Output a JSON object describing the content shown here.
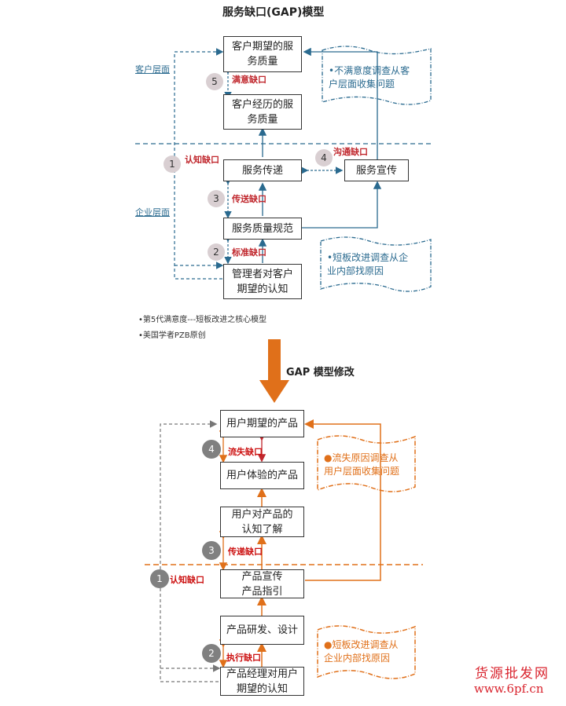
{
  "top": {
    "title": "服务缺口(GAP)模型",
    "boxes": {
      "expected": "客户期望的服\n务质量",
      "experienced": "客户经历的服\n务质量",
      "delivery": "服务传递",
      "promotion": "服务宣传",
      "spec": "服务质量规范",
      "perception": "管理者对客户\n期望的认知"
    },
    "gaps": {
      "g1": "认知缺口",
      "g2": "标准缺口",
      "g3": "传送缺口",
      "g4": "沟通缺口",
      "g5": "满意缺口"
    },
    "numbers": {
      "n1": "1",
      "n2": "2",
      "n3": "3",
      "n4": "4",
      "n5": "5"
    },
    "layers": {
      "customer": "客户层面",
      "enterprise": "企业层面"
    },
    "notes": {
      "customer": "•不满意度调查从客\n户层面收集问题",
      "enterprise": "•短板改进调查从企\n业内部找原因"
    },
    "bullets": [
      "•第5代满意度---短板改进之核心模型",
      "•美国学者PZB原创"
    ]
  },
  "middle": {
    "label": "GAP 模型修改"
  },
  "bottom": {
    "boxes": {
      "expected": "用户期望的产品",
      "experience": "用户体验的产品",
      "understanding": "用户对产品的\n认知了解",
      "promo": "产品宣传\n产品指引",
      "rd": "产品研发、设计",
      "pm": "产品经理对用户\n期望的认知"
    },
    "gaps": {
      "g1": "认知缺口",
      "g2": "执行缺口",
      "g3": "传递缺口",
      "g4": "流失缺口"
    },
    "numbers": {
      "n1": "1",
      "n2": "2",
      "n3": "3",
      "n4": "4"
    },
    "notes": {
      "user": "●流失原因调查从\n用户层面收集问题",
      "enterprise": "●短板改进调查从\n企业内部找原因"
    }
  },
  "watermark": {
    "line1": "货源批发网",
    "line2": "www.6pf.cn"
  },
  "colors": {
    "blue": "#2a6a8f",
    "orange": "#e0701a",
    "red": "#c0272d",
    "gray": "#808080"
  }
}
